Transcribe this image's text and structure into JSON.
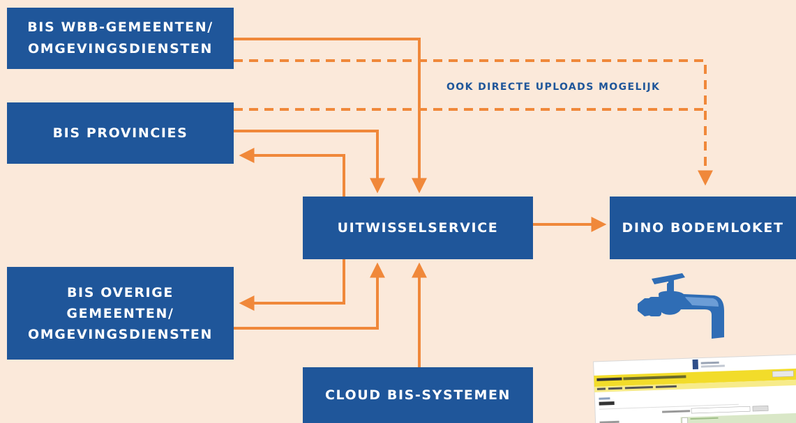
{
  "diagram": {
    "nodes": {
      "bis_wbb": {
        "lines": [
          "BIS WBB-GEMEENTEN/",
          "OMGEVINGSDIENSTEN"
        ]
      },
      "bis_provincies": {
        "lines": [
          "BIS PROVINCIES"
        ]
      },
      "bis_overige": {
        "lines": [
          "BIS OVERIGE",
          "GEMEENTEN/",
          "OMGEVINGSDIENSTEN"
        ]
      },
      "uitwisselservice": {
        "lines": [
          "UITWISSELSERVICE"
        ]
      },
      "dino_bodemloket": {
        "lines": [
          "DINO BODEMLOKET"
        ]
      },
      "cloud_bis": {
        "lines": [
          "CLOUD BIS-SYSTEMEN"
        ]
      }
    },
    "annotation": "OOK DIRECTE UPLOADS MOGELIJK",
    "edges": [
      {
        "from": "bis_wbb",
        "to": "uitwisselservice",
        "style": "solid"
      },
      {
        "from": "bis_provincies",
        "to": "uitwisselservice",
        "style": "solid"
      },
      {
        "from": "uitwisselservice",
        "to": "bis_provincies",
        "style": "solid"
      },
      {
        "from": "bis_overige",
        "to": "uitwisselservice",
        "style": "solid"
      },
      {
        "from": "uitwisselservice",
        "to": "bis_overige",
        "style": "solid"
      },
      {
        "from": "cloud_bis",
        "to": "uitwisselservice",
        "style": "solid"
      },
      {
        "from": "uitwisselservice",
        "to": "dino_bodemloket",
        "style": "solid"
      },
      {
        "from": "bis_wbb",
        "to": "dino_bodemloket",
        "style": "dashed"
      },
      {
        "from": "bis_provincies",
        "to": "dino_bodemloket",
        "style": "dashed"
      }
    ],
    "illustrations": [
      "water-tap-icon",
      "bodemloket-screenshot"
    ],
    "colors": {
      "background": "#fbe9da",
      "box": "#1f569a",
      "arrow": "#f0883a",
      "text": "#ffffff",
      "annotation": "#1f569a"
    }
  }
}
